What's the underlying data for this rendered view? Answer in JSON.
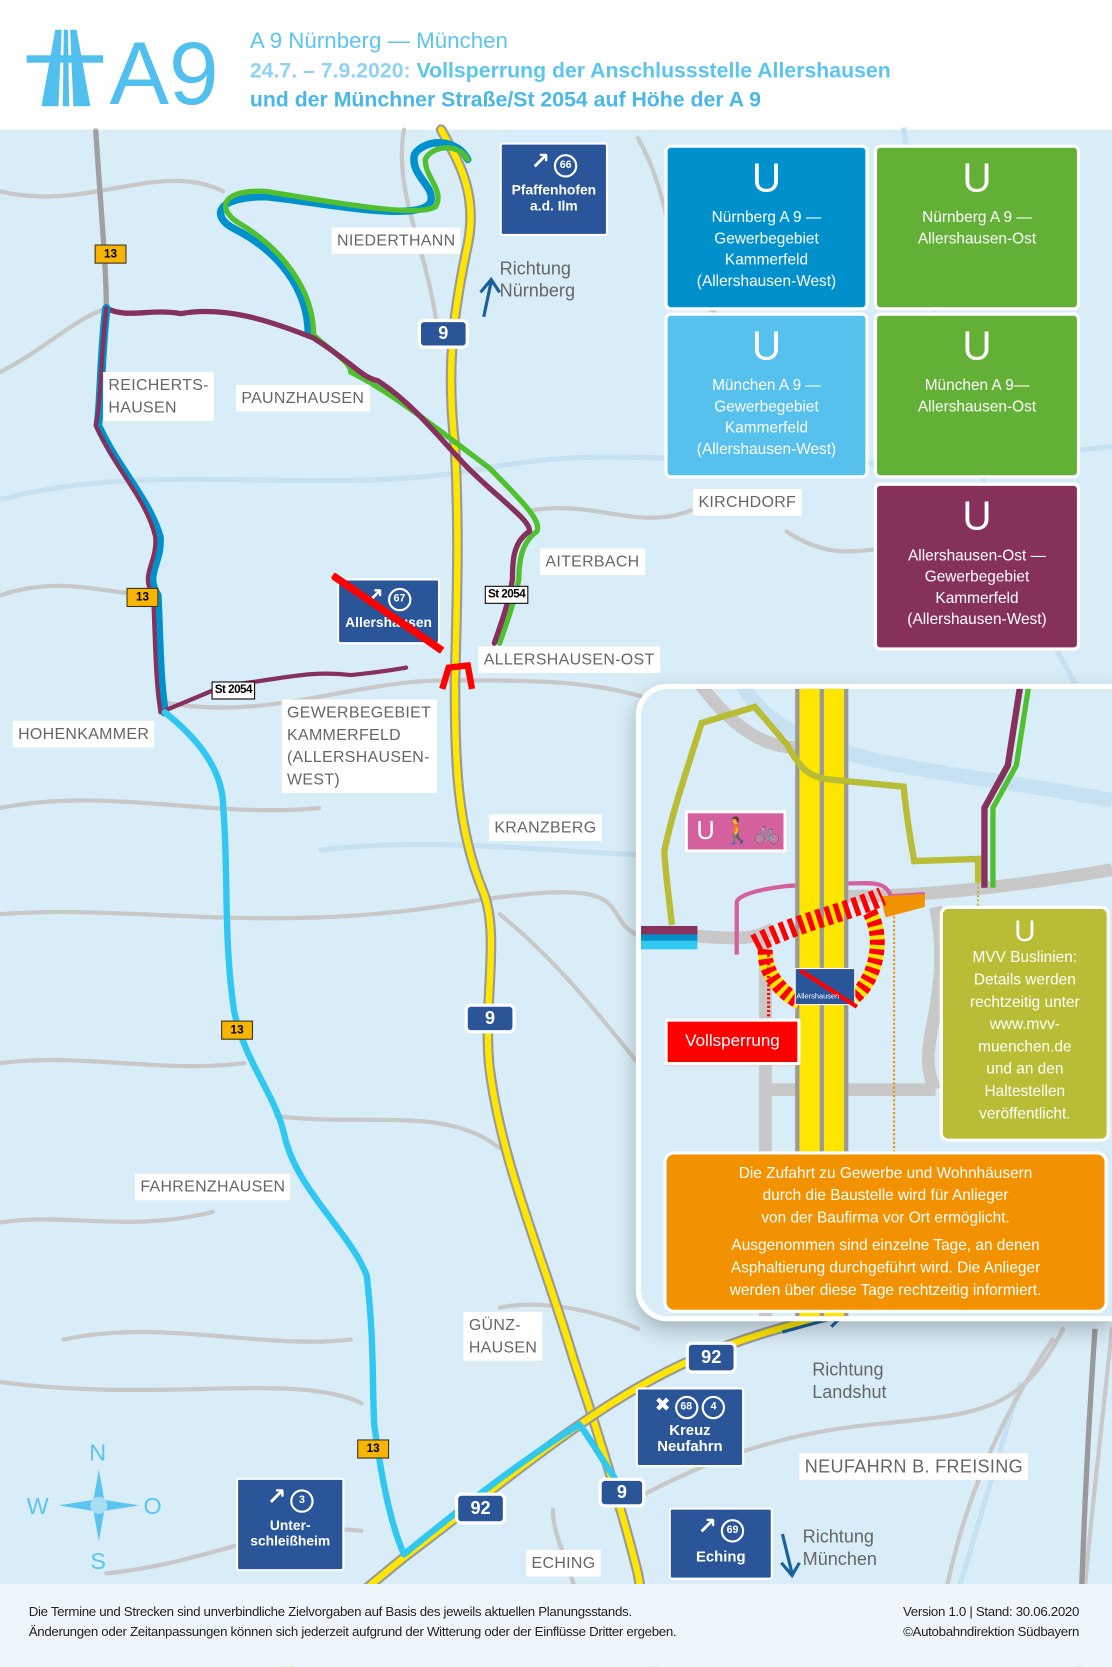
{
  "header": {
    "logo_text": "A9",
    "route": "A 9 Nürnberg — München",
    "dates": "24.7. – 7.9.2020:",
    "closure_line1": "Vollsperrung der Anschlussstelle Allershausen",
    "closure_line2": "und der Münchner Straße/St 2054 auf Höhe der A 9"
  },
  "legend": [
    {
      "symbol": "U",
      "text": [
        "Nürnberg A 9 —",
        "Gewerbegebiet",
        "Kammerfeld",
        "(Allershausen-West)"
      ],
      "color": "#0090cc"
    },
    {
      "symbol": "U",
      "text": [
        "Nürnberg A 9 —",
        "Allershausen-Ost"
      ],
      "color": "#63b037"
    },
    {
      "symbol": "U",
      "text": [
        "München A 9 —",
        "Gewerbegebiet",
        "Kammerfeld",
        "(Allershausen-West)"
      ],
      "color": "#55c1ec"
    },
    {
      "symbol": "U",
      "text": [
        "München A 9—",
        "Allershausen-Ost"
      ],
      "color": "#63b037"
    },
    {
      "symbol": "U",
      "text": [
        "Allershausen-Ost —",
        "Gewerbegebiet",
        "Kammerfeld",
        "(Allershausen-West)"
      ],
      "color": "#86305c"
    }
  ],
  "places": {
    "niederthann": "NIEDERTHANN",
    "reicherts1": "REICHERTS-",
    "reicherts2": "HAUSEN",
    "paunzhausen": "PAUNZHAUSEN",
    "kirchdorf": "KIRCHDORF",
    "aiterbach": "AITERBACH",
    "allershausen_ost": "ALLERSHAUSEN-OST",
    "gewerbe1": "GEWERBEGEBIET",
    "gewerbe2": "KAMMERFELD",
    "gewerbe3": "(ALLERSHAUSEN-",
    "gewerbe4": "WEST)",
    "hohenkammer": "HOHENKAMMER",
    "kranzberg": "KRANZBERG",
    "fahrenzhausen": "FAHRENZHAUSEN",
    "guenz1": "GÜNZ-",
    "guenz2": "HAUSEN",
    "neufahrn": "NEUFAHRN B. FREISING",
    "eching": "ECHING"
  },
  "signs": {
    "pfaffenhofen": {
      "num": "66",
      "line1": "Pfaffenhofen",
      "line2": "a.d. Ilm"
    },
    "allershausen": {
      "num": "67",
      "line1": "Allershausen"
    },
    "kreuz": {
      "num1": "68",
      "num2": "4",
      "line1": "Kreuz",
      "line2": "Neufahrn"
    },
    "unterschleissheim": {
      "num": "3",
      "line1": "Unter-",
      "line2": "schleißheim"
    },
    "eching": {
      "num": "69",
      "line1": "Eching"
    }
  },
  "shields": {
    "a9": "9",
    "a92": "92",
    "b13": "13",
    "st2054": "St 2054"
  },
  "directions": {
    "nuernberg": [
      "Richtung",
      "Nürnberg"
    ],
    "landshut": [
      "Richtung",
      "Landshut"
    ],
    "muenchen": [
      "Richtung",
      "München"
    ]
  },
  "compass": {
    "n": "N",
    "s": "S",
    "w": "W",
    "o": "O"
  },
  "inset": {
    "pedestrian_symbol": "U",
    "vollsperrung": "Vollsperrung",
    "mini_sign": "Allershausen",
    "mvv": {
      "symbol": "U",
      "lines": [
        "MVV Buslinien:",
        "Details werden",
        "rechtzeitig unter",
        "www.mvv-",
        "muenchen.de",
        "und an den",
        "Haltestellen",
        "veröffentlicht."
      ]
    },
    "notice": {
      "para1": [
        "Die Zufahrt zu Gewerbe und Wohnhäusern",
        "durch die Baustelle wird für Anlieger",
        "von der Baufirma vor Ort ermöglicht."
      ],
      "para2": [
        "Ausgenommen sind einzelne Tage, an denen",
        "Asphaltierung durchgeführt wird. Die Anlieger",
        "werden über diese Tage rechtzeitig informiert."
      ]
    }
  },
  "footer": {
    "line1": "Die Termine und Strecken sind unverbindliche Zielvorgaben auf Basis des jeweils aktuellen Planungsstands.",
    "line2": "Änderungen oder Zeitanpassungen können sich jederzeit aufgrund der Witterung oder der Einflüsse Dritter ergeben.",
    "version": "Version 1.0 | Stand: 30.06.2020",
    "copyright": "©Autobahndirektion Südbayern"
  },
  "colors": {
    "a9": "#ffe600",
    "blue_route": "#0090cc",
    "light_blue_route": "#30c8f0",
    "green_route": "#50c030",
    "purple_route": "#86305c",
    "olive_route": "#b8bd35",
    "closure": "#ff0000"
  }
}
